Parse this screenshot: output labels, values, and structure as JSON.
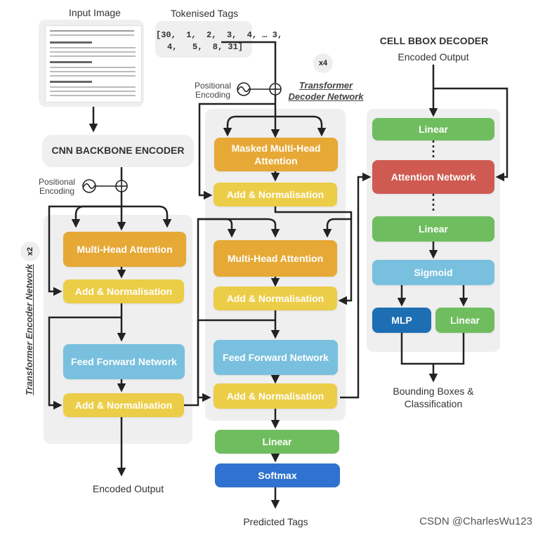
{
  "labels": {
    "input_image": "Input Image",
    "tokenised_tags": "Tokenised Tags",
    "tags_line1": "[30,  1,  2,  3,  4, … 3,",
    "tags_line2": "4,   5,  8, 31]",
    "cnn_encoder": "CNN BACKBONE ENCODER",
    "pos_enc_left": "Positional\nEncoding",
    "pos_enc_mid": "Positional\nEncoding",
    "x2": "x2",
    "x4": "x4",
    "encoder_network": "Transformer Encoder Network",
    "decoder_network": "Transformer\nDecoder Network",
    "encoded_output_bottom": "Encoded Output",
    "predicted_tags": "Predicted Tags",
    "cell_bbox_decoder": "CELL BBOX DECODER",
    "encoded_output_top": "Encoded Output",
    "bounding_boxes": "Bounding Boxes &\nClassification",
    "watermark": "CSDN @CharlesWu123"
  },
  "encoder_blocks": {
    "mha": "Multi-Head Attention",
    "addnorm1": "Add & Normalisation",
    "ffn": "Feed Forward Network",
    "addnorm2": "Add & Normalisation"
  },
  "decoder_blocks": {
    "masked_mha": "Masked Multi-Head\nAttention",
    "addnorm1": "Add & Normalisation",
    "mha": "Multi-Head Attention",
    "addnorm2": "Add & Normalisation",
    "ffn": "Feed Forward Network",
    "addnorm3": "Add & Normalisation",
    "linear": "Linear",
    "softmax": "Softmax"
  },
  "bbox_blocks": {
    "linear1": "Linear",
    "attention": "Attention Network",
    "linear2": "Linear",
    "sigmoid": "Sigmoid",
    "mlp": "MLP",
    "linear3": "Linear"
  },
  "colors": {
    "orange": "#e6a936",
    "yellow": "#eccd47",
    "light_blue": "#79c0de",
    "green": "#6fbd5e",
    "red": "#cf5a52",
    "blue": "#2f72cf",
    "navy": "#1d6eb3",
    "panel": "#efefef"
  }
}
